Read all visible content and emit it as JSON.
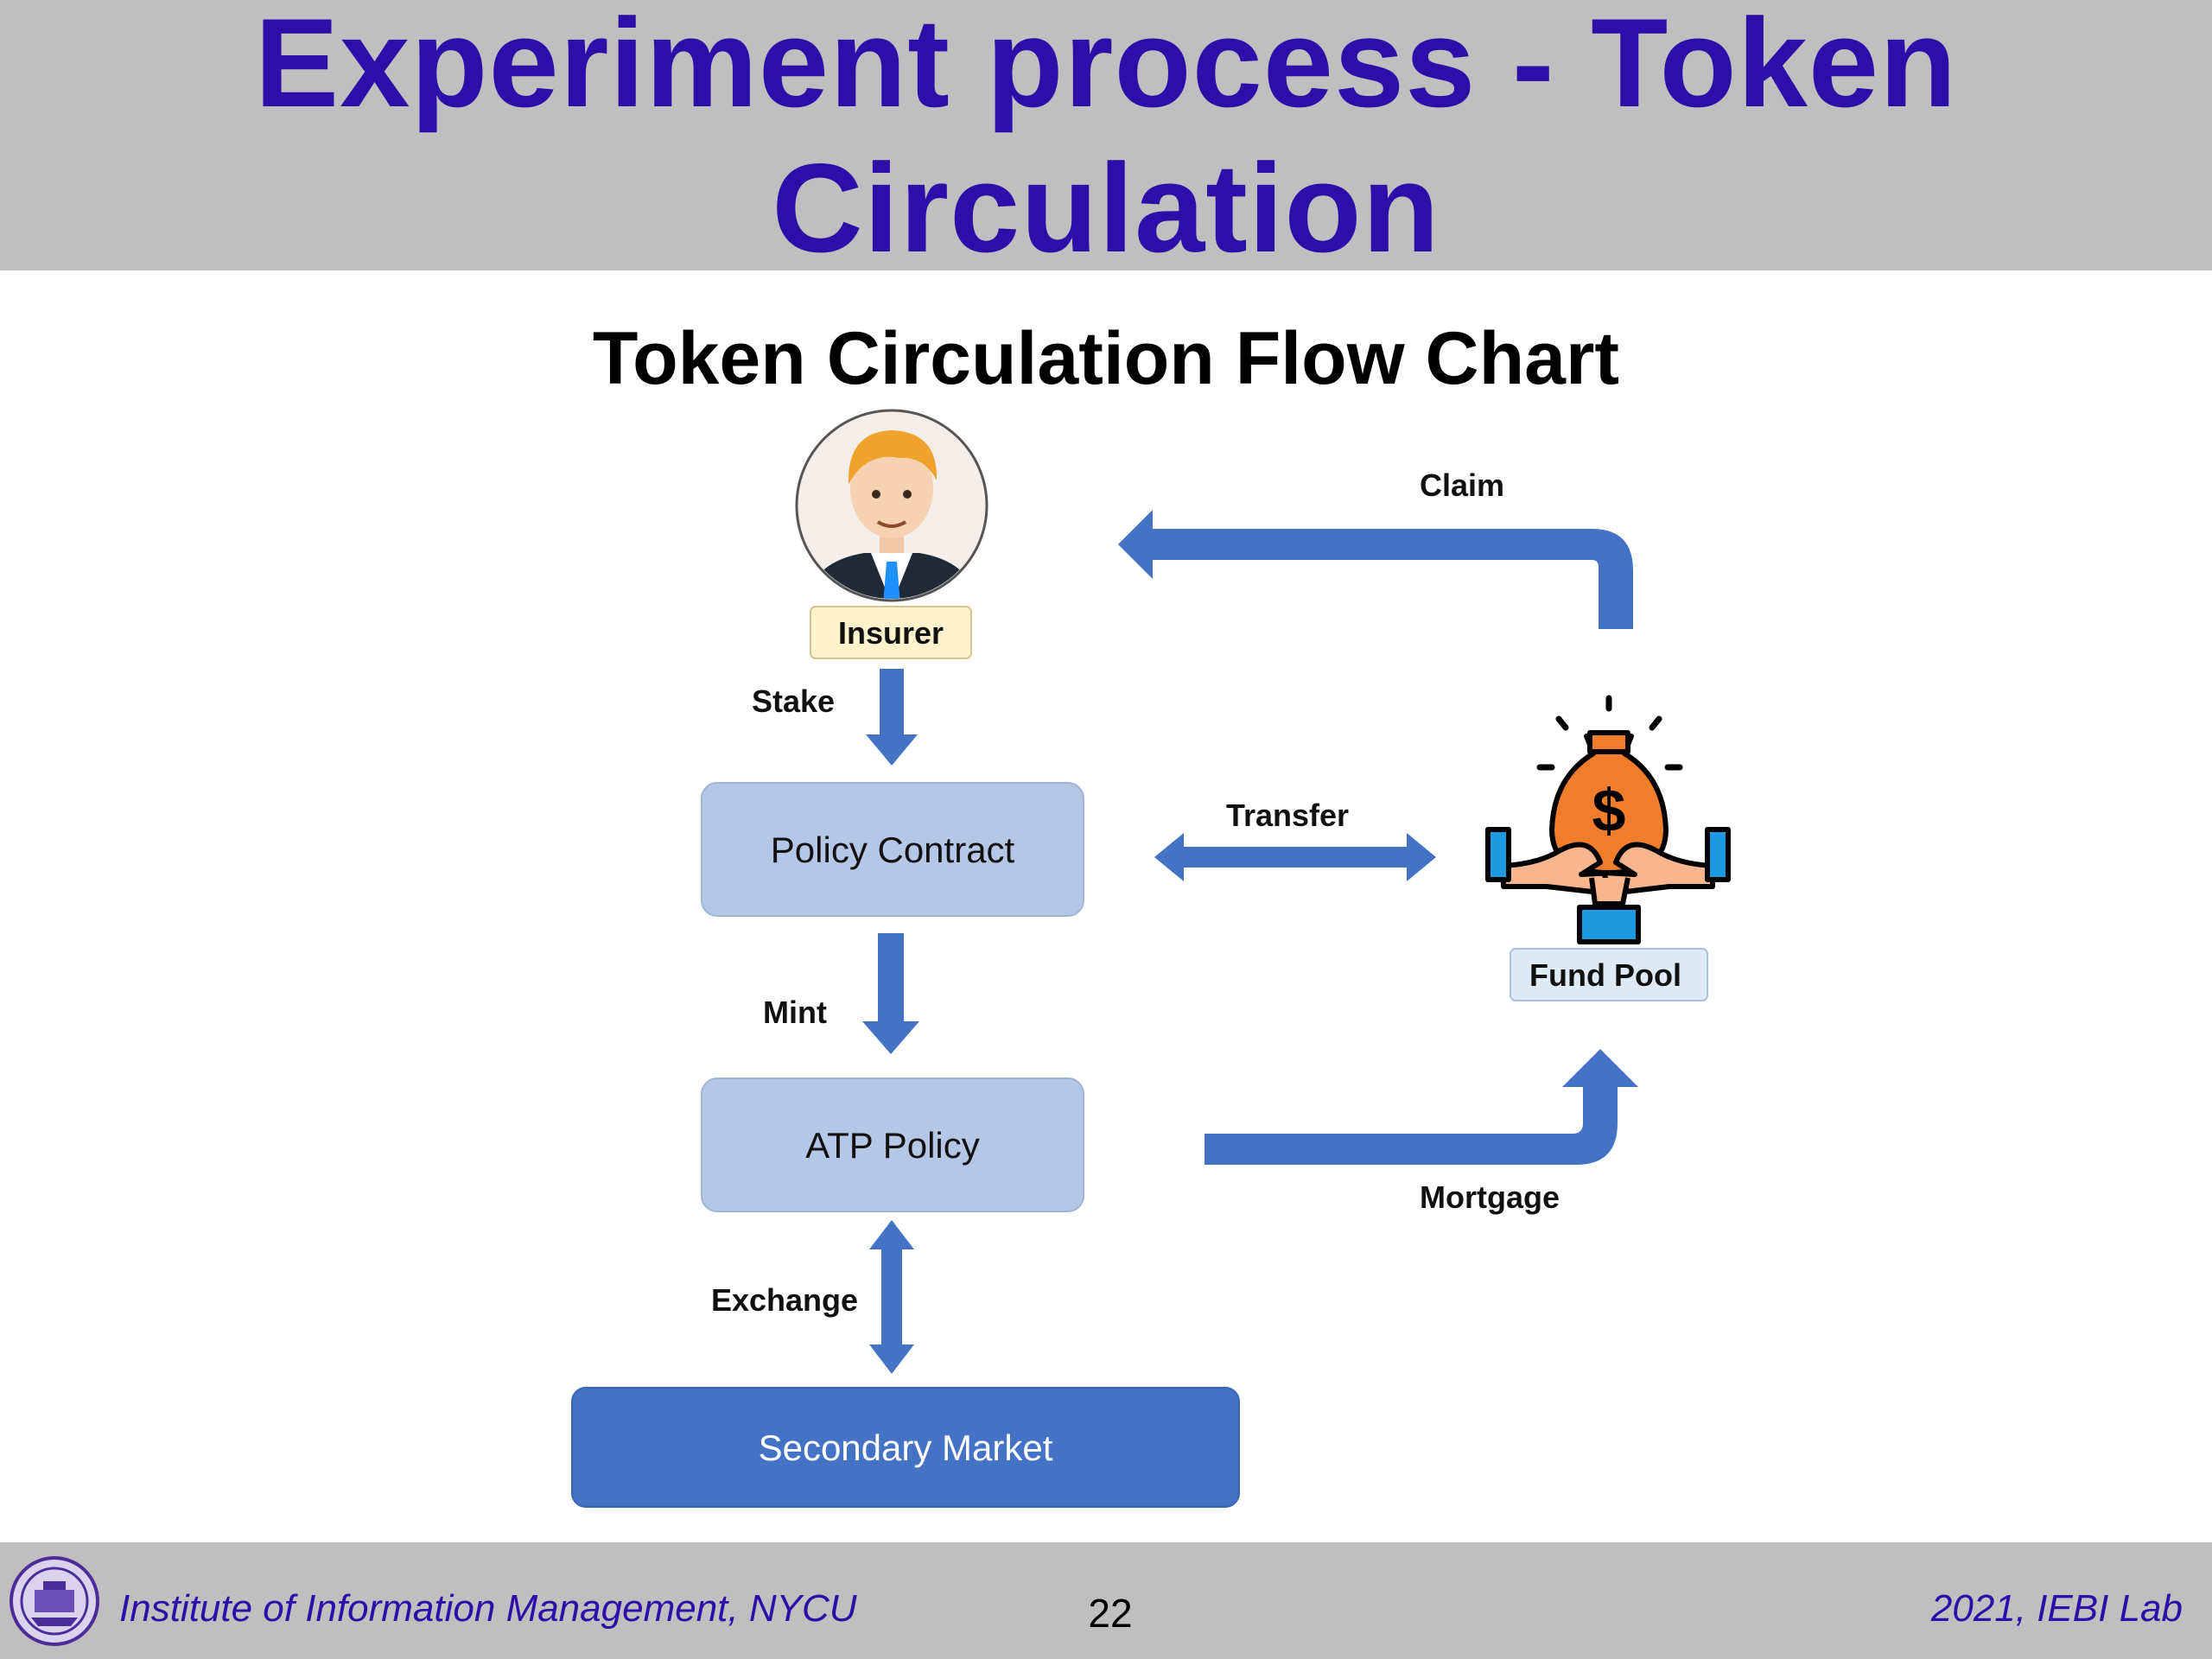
{
  "slide": {
    "title_line1": "Experiment process - Token",
    "title_line2": "Circulation",
    "subtitle": "Token Circulation Flow Chart",
    "page_number": "22"
  },
  "diagram": {
    "nodes": {
      "insurer": "Insurer",
      "policy_contract": "Policy Contract",
      "atp_policy": "ATP Policy",
      "secondary_market": "Secondary Market",
      "fund_pool": "Fund Pool"
    },
    "edges": {
      "stake": "Stake",
      "mint": "Mint",
      "exchange": "Exchange",
      "transfer": "Transfer",
      "claim": "Claim",
      "mortgage": "Mortgage"
    },
    "icons": {
      "insurer": "businessman-avatar-icon",
      "fund_pool": "money-bag-in-hands-icon"
    },
    "colors": {
      "arrow": "#4472c4",
      "light_box": "#b4c7e7",
      "dark_box": "#4472c4",
      "insurer_label_bg": "#fff2cc",
      "fund_pool_label_bg": "#deebf7",
      "title": "#2b0fa8",
      "band": "#bfbfbf"
    }
  },
  "footer": {
    "left": "Institute of Information Management, NYCU",
    "right": "2021, IEBI Lab"
  }
}
